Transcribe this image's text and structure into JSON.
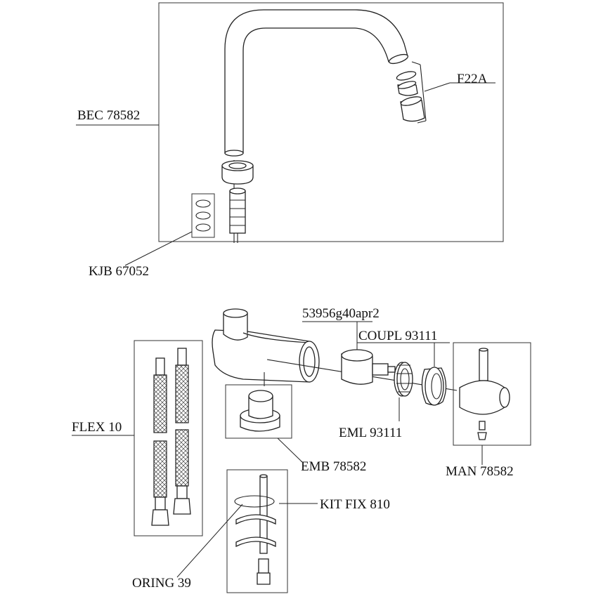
{
  "labels": {
    "bec": "BEC 78582",
    "f22a": "F22A",
    "kjb": "KJB 67052",
    "cartridge": "53956g40apr2",
    "coupl": "COUPL 93111",
    "flex": "FLEX 10",
    "eml": "EML 93111",
    "emb": "EMB 78582",
    "man": "MAN 78582",
    "kitfix": "KIT FIX 810",
    "oring": "ORING 39"
  }
}
